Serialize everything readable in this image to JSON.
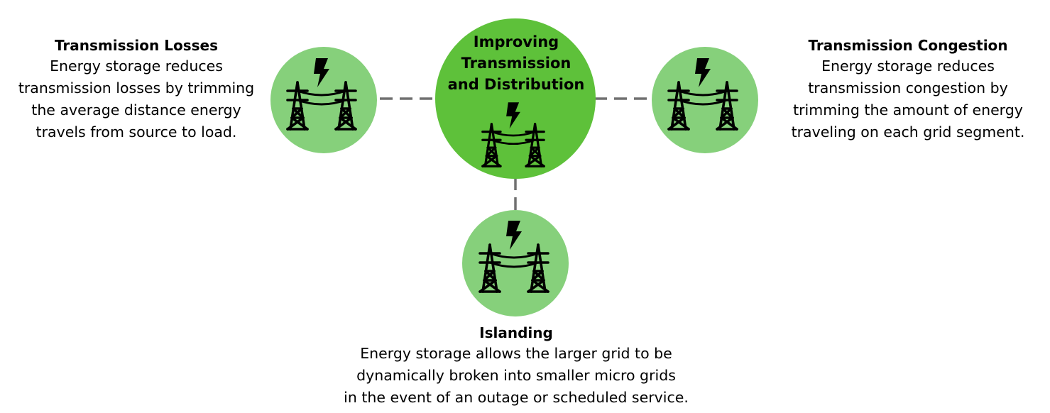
{
  "colors": {
    "center_fill": "#5ec13a",
    "outer_fill": "#86d07b",
    "connector": "#707070",
    "icon": "#000000"
  },
  "center": {
    "title_lines": [
      "Improving",
      "Transmission",
      "and Distribution"
    ],
    "icon": "power-tower-icon"
  },
  "nodes": {
    "losses": {
      "title": "Transmission Losses",
      "body_lines": [
        "Energy storage reduces",
        "transmission losses by trimming",
        "the average distance energy",
        "travels from source to load."
      ],
      "icon": "power-tower-icon"
    },
    "congestion": {
      "title": "Transmission Congestion",
      "body_lines": [
        "Energy storage reduces",
        "transmission congestion by",
        "trimming the amount of energy",
        "traveling on each grid segment."
      ],
      "icon": "power-tower-icon"
    },
    "islanding": {
      "title": "Islanding",
      "body_lines": [
        "Energy storage allows the larger grid to be",
        "dynamically broken into smaller micro grids",
        "in the event of an outage or scheduled service."
      ],
      "icon": "power-tower-icon"
    }
  }
}
